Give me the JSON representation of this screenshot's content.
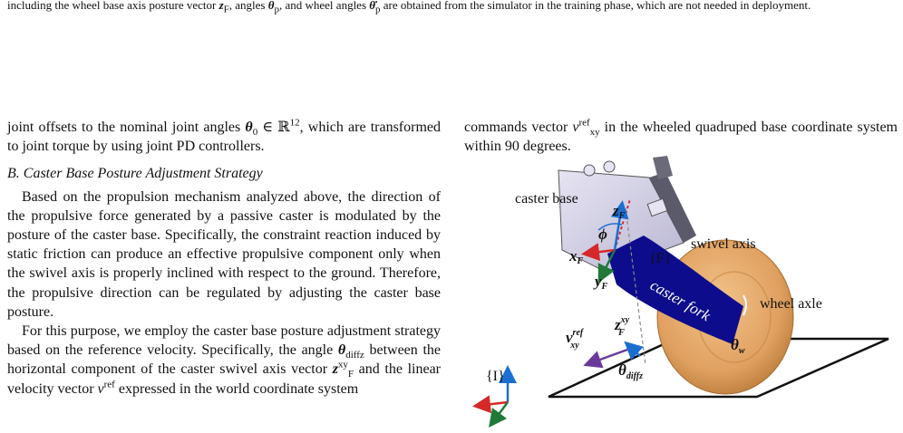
{
  "caption": {
    "part1": "including the wheel base axis posture vector ",
    "sym1": "z",
    "sub1": "F",
    "part2": ", angles ",
    "sym2": "θ",
    "sub2": "p",
    "part3": ", and wheel angles ",
    "sym3": "θ̇",
    "sub3": "p",
    "part4": " are obtained from the simulator in the training phase, which are not needed in deployment."
  },
  "left_column": {
    "p1_a": "joint offsets to the nominal joint angles ",
    "p1_sym": "θ",
    "p1_sub": "0",
    "p1_b": " ∈ ℝ",
    "p1_sup": "12",
    "p1_c": ", which are transformed to joint torque by using joint PD controllers.",
    "section_heading": "B.  Caster Base Posture Adjustment Strategy",
    "p2": "Based on the propulsion mechanism analyzed above, the direction of the propulsive force generated by a passive caster is modulated by the posture of the caster base. Specifically, the constraint reaction induced by static friction can produce an effective propulsive component only when the swivel axis is properly inclined with respect to the ground. Therefore, the propulsive direction can be regulated by adjusting the caster base posture.",
    "p3_a": "For this purpose, we employ the caster base posture adjustment strategy based on the reference velocity. Specifically, the angle ",
    "p3_sym": "θ",
    "p3_sub": "diffz",
    "p3_b": " between the horizontal component of the caster swivel axis vector ",
    "p3_sym2": "z",
    "p3_sub2": "F",
    "p3_sup2": "xy",
    "p3_c": " and the linear velocity vector ",
    "p3_sym3": "v",
    "p3_sup3": "ref",
    "p3_d": " expressed in the world coordinate system"
  },
  "right_column": {
    "text_a": "commands vector ",
    "sym": "v",
    "sup": "ref",
    "sub": "xy",
    "text_b": " in the wheeled quadruped base coordinate system within 90 degrees."
  },
  "figure": {
    "labels": {
      "caster_base": "caster base",
      "swivel_axis": "swivel axis",
      "wheel_axle": "wheel axle",
      "caster_fork": "caster fork",
      "frame_F": "{F}",
      "frame_I": "{I}",
      "z_F": "z",
      "x_F": "x",
      "y_F": "y",
      "F_sub": "F",
      "phi": "ϕ",
      "z_F_xy": "z",
      "xy_sup": "xy",
      "v_ref": "v",
      "ref_sup": "ref",
      "xy_sub": "xy",
      "theta_w": "θ",
      "w_sub": "w",
      "theta_diffz": "θ",
      "diffz_sub": "diffz"
    },
    "colors": {
      "caster_base": "#c9c6de",
      "caster_fork": "#0c0c8c",
      "wheel": "#e0a060",
      "x_axis": "#d62828",
      "y_axis": "#1f7a3a",
      "z_axis": "#1a6fd1",
      "v_ref": "#6a3a9a"
    }
  }
}
